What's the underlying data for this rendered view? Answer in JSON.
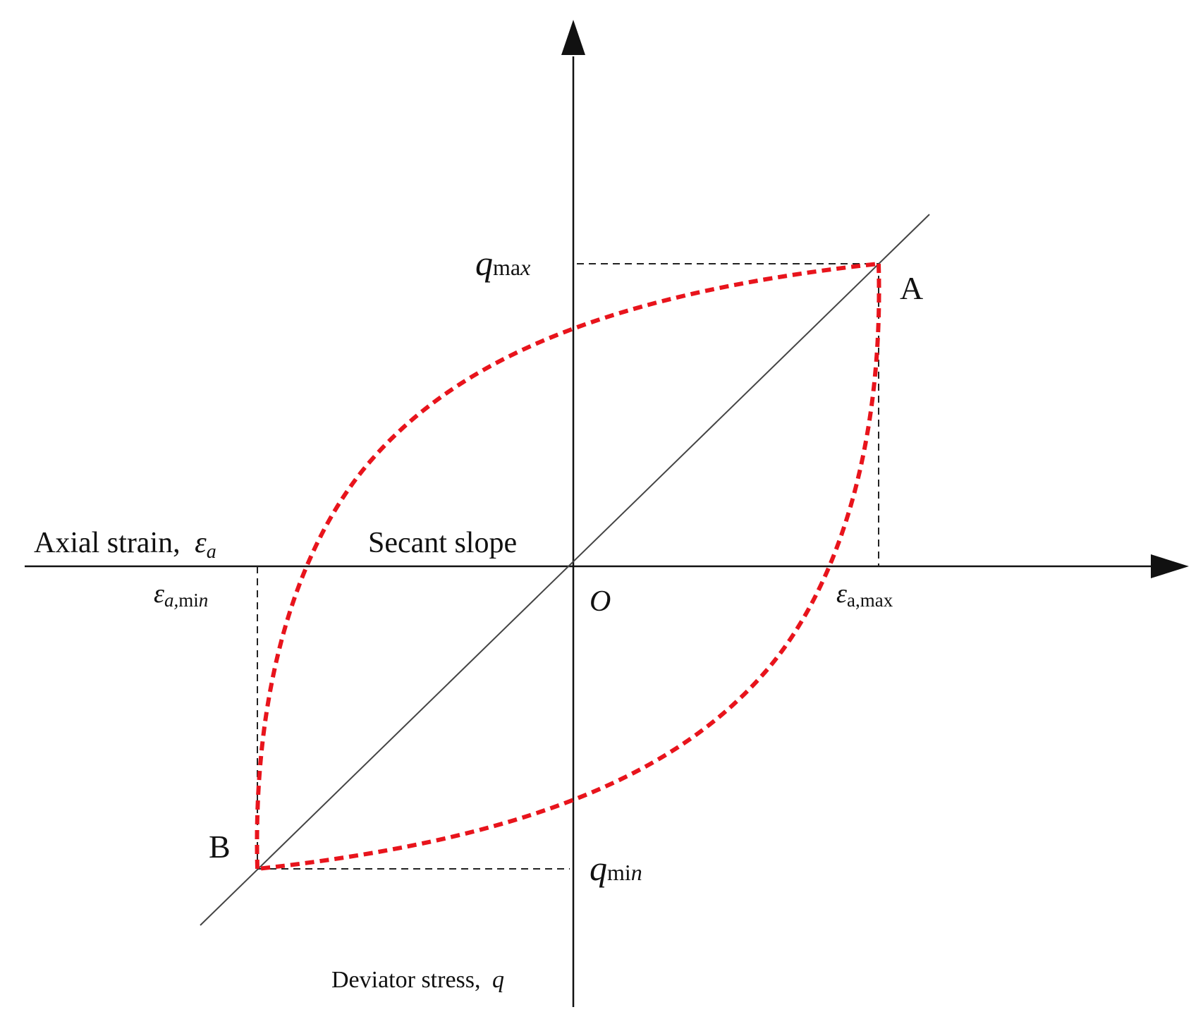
{
  "labels": {
    "x_axis_text": "Axial strain,",
    "x_axis_symbol": "ε",
    "x_axis_sub": "a",
    "secant": "Secant slope",
    "origin": "O",
    "point_a": "A",
    "point_b": "B",
    "q_max_sym": "q",
    "q_max_sub1": "ma",
    "q_max_sub2": "x",
    "q_min_sym": "q",
    "q_min_sub1": "mi",
    "q_min_sub2": "n",
    "eps_min_sym": "ε",
    "eps_min_sub1": "a,",
    "eps_min_sub2": "mi",
    "eps_min_sub3": "n",
    "eps_max_sym": "ε",
    "eps_max_sub": "a,max",
    "y_axis_text": "Deviator stress,",
    "y_axis_symbol": "q"
  },
  "colors": {
    "axis": "#111111",
    "loop": "#e8141c",
    "guide": "#222222"
  }
}
